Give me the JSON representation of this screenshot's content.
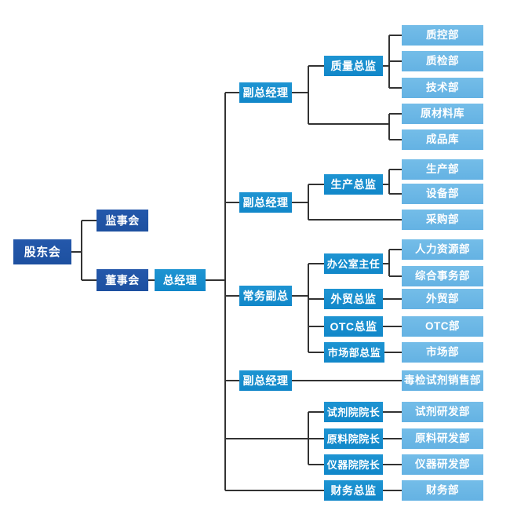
{
  "diagram": {
    "type": "org-chart",
    "colors": {
      "level1": "#1d50a0",
      "level2": "#1187c9",
      "level3": "#64b2e3",
      "line": "#333333",
      "text": "#ffffff",
      "background": "#ffffff"
    },
    "nodes": [
      {
        "id": "shareholders-meeting",
        "label": "股东会",
        "level": 1
      },
      {
        "id": "supervisory-board",
        "label": "监事会",
        "level": 1
      },
      {
        "id": "board-of-directors",
        "label": "董事会",
        "level": 1
      },
      {
        "id": "general-manager",
        "label": "总经理",
        "level": 2
      },
      {
        "id": "deputy-gm-1",
        "label": "副总经理",
        "level": 2
      },
      {
        "id": "quality-director",
        "label": "质量总监",
        "level": 2
      },
      {
        "id": "qc-dept",
        "label": "质控部",
        "level": 3
      },
      {
        "id": "inspection-dept",
        "label": "质检部",
        "level": 3
      },
      {
        "id": "technology-dept",
        "label": "技术部",
        "level": 3
      },
      {
        "id": "raw-material-store",
        "label": "原材料库",
        "level": 3
      },
      {
        "id": "finished-goods-store",
        "label": "成品库",
        "level": 3
      },
      {
        "id": "deputy-gm-2",
        "label": "副总经理",
        "level": 2
      },
      {
        "id": "production-director",
        "label": "生产总监",
        "level": 2
      },
      {
        "id": "production-dept",
        "label": "生产部",
        "level": 3
      },
      {
        "id": "equipment-dept",
        "label": "设备部",
        "level": 3
      },
      {
        "id": "purchasing-dept",
        "label": "采购部",
        "level": 3
      },
      {
        "id": "executive-deputy-gm",
        "label": "常务副总",
        "level": 2
      },
      {
        "id": "office-director",
        "label": "办公室主任",
        "level": 2
      },
      {
        "id": "hr-dept",
        "label": "人力资源部",
        "level": 3
      },
      {
        "id": "general-affairs-dept",
        "label": "综合事务部",
        "level": 3
      },
      {
        "id": "foreign-trade-director",
        "label": "外贸总监",
        "level": 2
      },
      {
        "id": "foreign-trade-dept",
        "label": "外贸部",
        "level": 3
      },
      {
        "id": "otc-director",
        "label": "OTC总监",
        "level": 2
      },
      {
        "id": "otc-dept",
        "label": "OTC部",
        "level": 3
      },
      {
        "id": "marketing-director",
        "label": "市场部总监",
        "level": 2
      },
      {
        "id": "marketing-dept",
        "label": "市场部",
        "level": 3
      },
      {
        "id": "deputy-gm-3",
        "label": "副总经理",
        "level": 2
      },
      {
        "id": "toxin-reagent-sales-dept",
        "label": "毒检试剂销售部",
        "level": 3
      },
      {
        "id": "reagent-institute-dean",
        "label": "试剂院院长",
        "level": 2
      },
      {
        "id": "reagent-rd-dept",
        "label": "试剂研发部",
        "level": 3
      },
      {
        "id": "material-institute-dean",
        "label": "原料院院长",
        "level": 2
      },
      {
        "id": "material-rd-dept",
        "label": "原料研发部",
        "level": 3
      },
      {
        "id": "instrument-institute-dean",
        "label": "仪器院院长",
        "level": 2
      },
      {
        "id": "instrument-rd-dept",
        "label": "仪器研发部",
        "level": 3
      },
      {
        "id": "finance-director",
        "label": "财务总监",
        "level": 2
      },
      {
        "id": "finance-dept",
        "label": "财务部",
        "level": 3
      }
    ],
    "edges": [
      [
        "shareholders-meeting",
        "supervisory-board"
      ],
      [
        "shareholders-meeting",
        "board-of-directors"
      ],
      [
        "board-of-directors",
        "general-manager"
      ],
      [
        "general-manager",
        "deputy-gm-1"
      ],
      [
        "general-manager",
        "deputy-gm-2"
      ],
      [
        "general-manager",
        "executive-deputy-gm"
      ],
      [
        "general-manager",
        "deputy-gm-3"
      ],
      [
        "general-manager",
        "reagent-institute-dean"
      ],
      [
        "general-manager",
        "material-institute-dean"
      ],
      [
        "general-manager",
        "instrument-institute-dean"
      ],
      [
        "general-manager",
        "finance-director"
      ],
      [
        "deputy-gm-1",
        "quality-director"
      ],
      [
        "deputy-gm-1",
        "raw-material-store"
      ],
      [
        "deputy-gm-1",
        "finished-goods-store"
      ],
      [
        "quality-director",
        "qc-dept"
      ],
      [
        "quality-director",
        "inspection-dept"
      ],
      [
        "quality-director",
        "technology-dept"
      ],
      [
        "deputy-gm-2",
        "production-director"
      ],
      [
        "deputy-gm-2",
        "purchasing-dept"
      ],
      [
        "production-director",
        "production-dept"
      ],
      [
        "production-director",
        "equipment-dept"
      ],
      [
        "executive-deputy-gm",
        "office-director"
      ],
      [
        "executive-deputy-gm",
        "foreign-trade-director"
      ],
      [
        "executive-deputy-gm",
        "otc-director"
      ],
      [
        "executive-deputy-gm",
        "marketing-director"
      ],
      [
        "office-director",
        "hr-dept"
      ],
      [
        "office-director",
        "general-affairs-dept"
      ],
      [
        "foreign-trade-director",
        "foreign-trade-dept"
      ],
      [
        "otc-director",
        "otc-dept"
      ],
      [
        "marketing-director",
        "marketing-dept"
      ],
      [
        "deputy-gm-3",
        "toxin-reagent-sales-dept"
      ],
      [
        "reagent-institute-dean",
        "reagent-rd-dept"
      ],
      [
        "material-institute-dean",
        "material-rd-dept"
      ],
      [
        "instrument-institute-dean",
        "instrument-rd-dept"
      ],
      [
        "finance-director",
        "finance-dept"
      ]
    ]
  }
}
